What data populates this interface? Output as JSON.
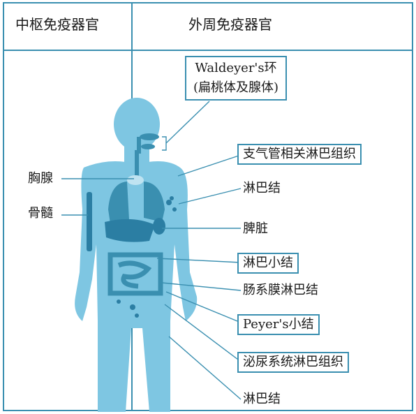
{
  "header": {
    "central": "中枢免疫器官",
    "peripheral": "外周免疫器官"
  },
  "labels": {
    "waldeyer_line1": "Waldeyer's环",
    "waldeyer_line2": "(扁桃体及腺体)",
    "thymus": "胸腺",
    "bone_marrow": "骨髓",
    "balt": "支气管相关淋巴组织",
    "lymph_node_upper": "淋巴结",
    "spleen": "脾脏",
    "lymph_nodule": "淋巴小结",
    "mesenteric": "肠系膜淋巴结",
    "peyer": "Peyer's小结",
    "urinary": "泌尿系统淋巴组织",
    "lymph_node_lower": "淋巴结"
  },
  "colors": {
    "border": "#3a8fb0",
    "body": "#7ec6e2",
    "organ": "#3a8fb0",
    "organ_light": "#bfe3f1"
  }
}
